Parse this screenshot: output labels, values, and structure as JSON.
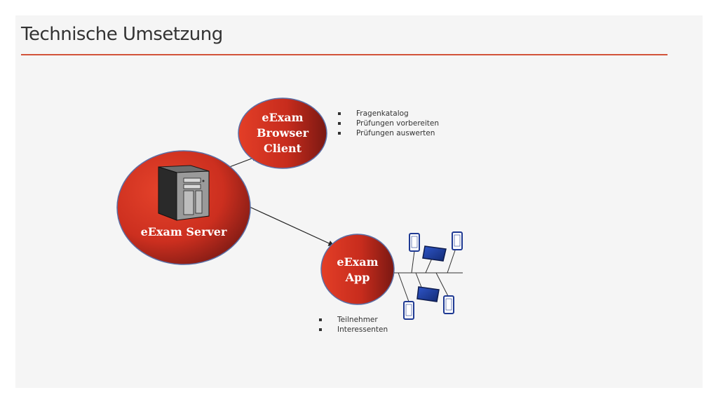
{
  "slide": {
    "title": "Technische Umsetzung"
  },
  "nodes": {
    "server": {
      "label": "eExam Server"
    },
    "browser_client": {
      "label_lines": [
        "eExam",
        "Browser",
        "Client"
      ]
    },
    "app": {
      "label_lines": [
        "eExam",
        "App"
      ]
    }
  },
  "browser_client_tasks": [
    "Fragenkatalog",
    "Prüfungen vorbereiten",
    "Prüfungen auswerten"
  ],
  "app_users": [
    "Teilnehmer",
    "Interessenten"
  ],
  "icons": {
    "server": "server-tower-icon",
    "devices": [
      "smartphone-icon",
      "tablet-icon"
    ]
  },
  "colors": {
    "node_fill": "#c22a1c",
    "node_stroke": "#5b6fa6",
    "accent_rule": "#d2533a",
    "device_blue": "#1f3a93"
  }
}
